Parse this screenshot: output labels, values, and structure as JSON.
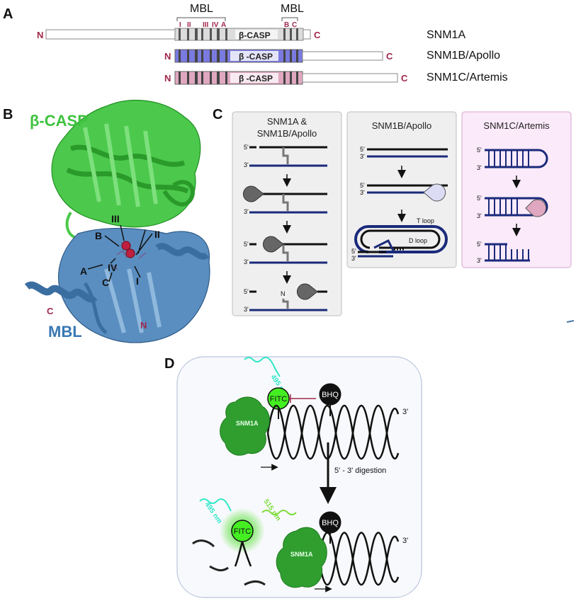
{
  "panel_a": {
    "label": "A",
    "mbl_label_1": "MBL",
    "mbl_label_2": "MBL",
    "motifs": [
      "I",
      "II",
      "III",
      "IV",
      "A",
      "B",
      "C"
    ],
    "proteins": [
      {
        "name": "SNM1A",
        "domain": "β-CASP",
        "n": "N",
        "c": "C"
      },
      {
        "name": "SNM1B/Apollo",
        "domain": "β -CASP",
        "n": "N",
        "c": "C"
      },
      {
        "name": "SNM1C/Artemis",
        "domain": "β -CASP",
        "n": "N",
        "c": "C"
      }
    ]
  },
  "panel_b": {
    "label": "B",
    "beta_casp": "β-CASP",
    "mbl": "MBL",
    "c_term": "C",
    "n_term": "N",
    "motif_labels": [
      "III",
      "B",
      "II",
      "A",
      "IV",
      "C",
      "I"
    ]
  },
  "panel_c": {
    "label": "C",
    "box1_title_1": "SNM1A &",
    "box1_title_2": "SNM1B/Apollo",
    "box2_title": "SNM1B/Apollo",
    "box3_title": "SNM1C/Artemis",
    "five": "5'",
    "three": "3'",
    "n": "N",
    "t_loop": "T loop",
    "d_loop": "D loop"
  },
  "panel_d": {
    "label": "D",
    "wavelength_1": "495 nm",
    "wavelength_2": "495 nm",
    "wavelength_3": "515 nm",
    "fitc": "FITC",
    "bhq": "BHQ",
    "enzyme": "SNM1A",
    "five": "5'",
    "three": "3'",
    "digestion": "5' - 3' digestion"
  },
  "colors": {
    "motif_red": "#a0284a",
    "green": "#2eb82e",
    "blue": "#4a78a8",
    "navy": "#1a2a7a",
    "apollo_blue": "#7a7ae0",
    "artemis_pink": "#e0a8c0",
    "box3_bg": "#fbeafa",
    "box_bg": "#efefef"
  }
}
